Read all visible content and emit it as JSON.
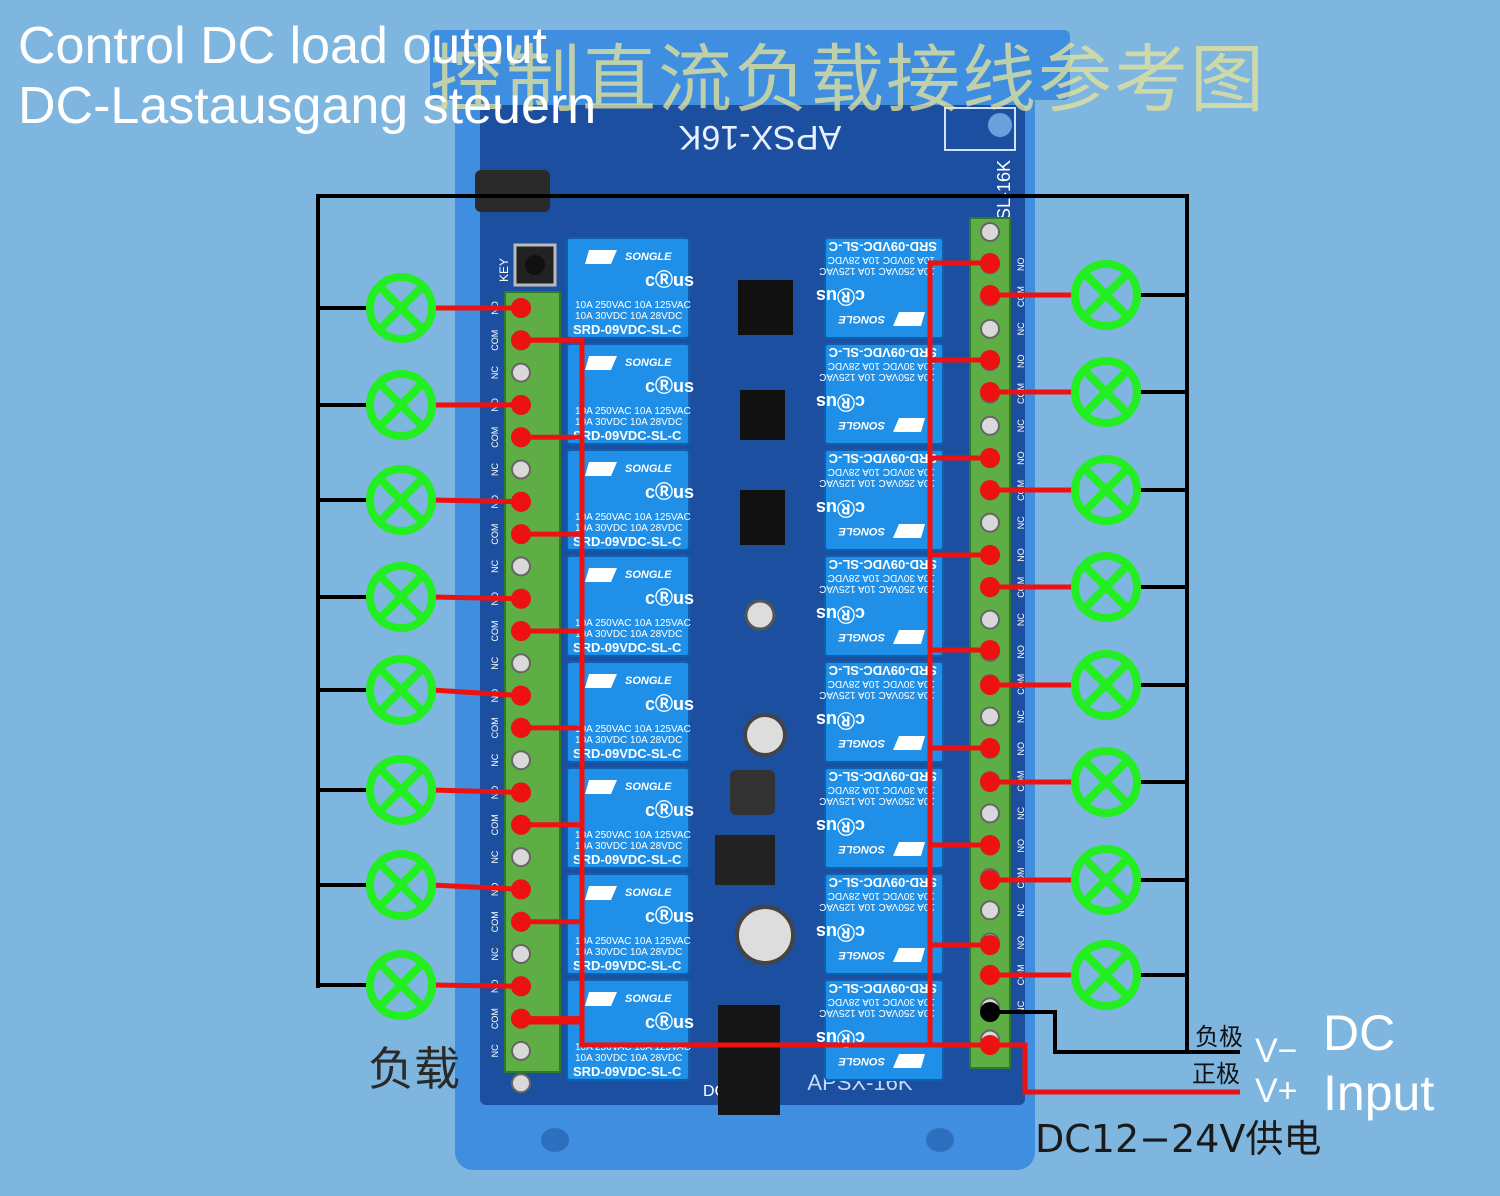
{
  "header": {
    "title_en": "Control DC load output",
    "title_de": "DC-Lastausgang steuern",
    "title_cn": "控制直流负载接线参考图"
  },
  "board": {
    "model_top": "APSX-16K",
    "model_bottom": "APSX-16K",
    "side_label": "SL-16K",
    "key_label": "KEY",
    "dc_label": "DC"
  },
  "relay": {
    "brand": "SONGLE",
    "spec_ac": "10A 250VAC  10A 125VAC",
    "spec_dc": "10A 30VDC  10A 28VDC",
    "model": "SRD-09VDC-SL-C",
    "cert": "cⓇus"
  },
  "terminal_labels": {
    "no": "NO",
    "com": "COM",
    "nc": "NC"
  },
  "labels": {
    "load_cn": "负载",
    "neg_cn": "负极",
    "pos_cn": "正极",
    "v_minus": "V−",
    "v_plus": "V+",
    "dc_input_line1": "DC",
    "dc_input_line2": "Input",
    "supply": "DC12−24V供电"
  },
  "colors": {
    "background": "#7fb6df",
    "enclosure": "#3f8ee0",
    "pcb": "#1c4fa0",
    "relay": "#1f8fe8",
    "terminal": "#5fae45",
    "wire_red": "#ee1111",
    "wire_black": "#000000",
    "lamp": "#22ee22"
  },
  "icons": {
    "lamp": "lamp-icon",
    "screw": "screw-terminal-icon"
  }
}
